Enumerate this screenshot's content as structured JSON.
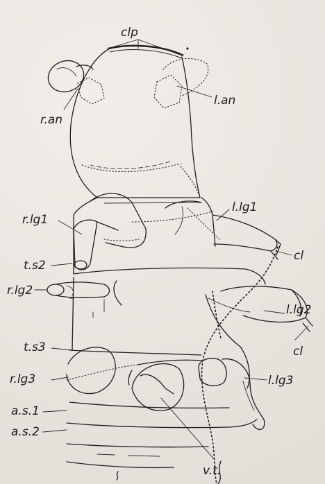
{
  "figure": {
    "labels": {
      "clp": "clp",
      "r_an": "r.an",
      "l_an": "l.an",
      "r_lg1": "r.lg1",
      "l_lg1": "l.lg1",
      "cl_1": "cl",
      "t_s2": "t.s2",
      "r_lg2": "r.lg2",
      "l_lg2": "l.lg2",
      "cl_2": "cl",
      "t_s3": "t.s3",
      "r_lg3": "r.lg3",
      "l_lg3": "l.lg3",
      "a_s1": "a.s.1",
      "a_s2": "a.s.2",
      "v_t": "v.t."
    }
  }
}
